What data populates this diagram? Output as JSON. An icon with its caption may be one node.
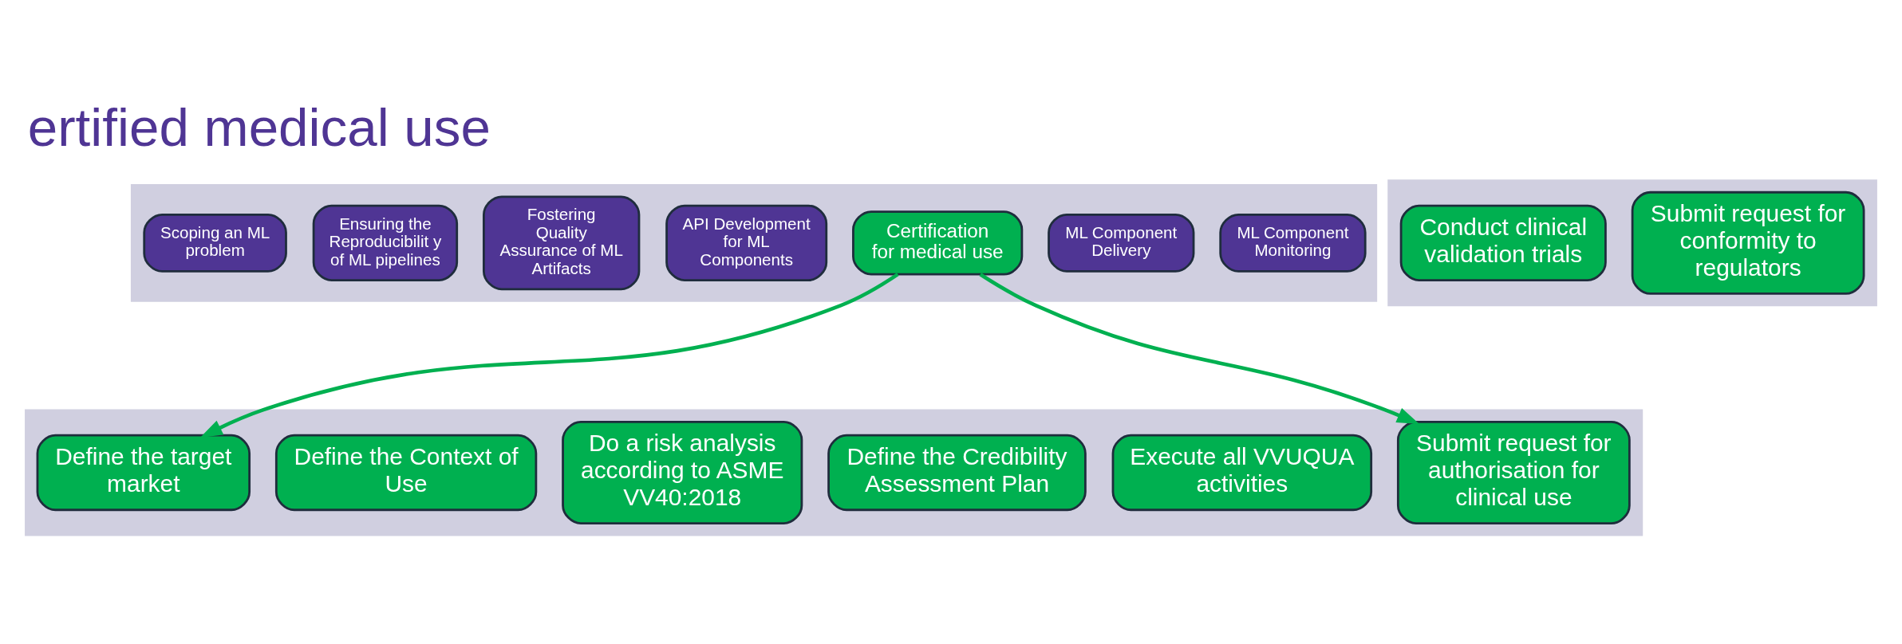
{
  "diagram": {
    "title": "ertified medical use",
    "nodes": [
      {
        "text": [],
        "shape": "arrow"
      },
      {
        "text": [
          "Scoping an ML problem"
        ],
        "in": 0
      },
      {
        "text": [
          "Ensuring the Reproducibilit y of ML pipelines"
        ],
        "in": 0
      },
      {
        "text": [
          "Fostering Quality Assurance of ML Artifacts"
        ],
        "in": 0
      },
      {
        "text": [
          "API Development for ML Components"
        ],
        "in": 0
      },
      {
        "text": [
          "Certification for medical use"
        ],
        "in": 0
      },
      {
        "text": [
          "ML Component Delivery"
        ],
        "in": 0
      },
      {
        "text": [
          "ML Component Monitoring"
        ],
        "in": 0
      },
      {
        "text": [],
        "shape": "arrow"
      },
      {
        "text": [
          "Conduct clinical validation trials"
        ],
        "in": 8
      },
      {
        "text": [
          "Submit request for conformity to regulators"
        ],
        "in": 8
      },
      {
        "text": [],
        "shape": "arrow"
      },
      {
        "text": [
          "Define the target market"
        ],
        "in": 11
      },
      {
        "text": [
          "Define the Context of Use"
        ],
        "in": 11
      },
      {
        "text": [
          "Do a risk analysis according to ASME VV40:2018"
        ],
        "in": 11
      },
      {
        "text": [
          "Define the Credibility Assessment Plan"
        ],
        "in": 11
      },
      {
        "text": [
          "Execute all VVUQUA activities"
        ],
        "in": 11
      },
      {
        "text": [
          "Submit request for authorisation for clinical use"
        ],
        "in": 11
      }
    ],
    "edges": [
      {
        "from": 5,
        "to": 12,
        "arrow": "to"
      },
      {
        "from": 5,
        "to": 17,
        "arrow": "to"
      }
    ]
  }
}
